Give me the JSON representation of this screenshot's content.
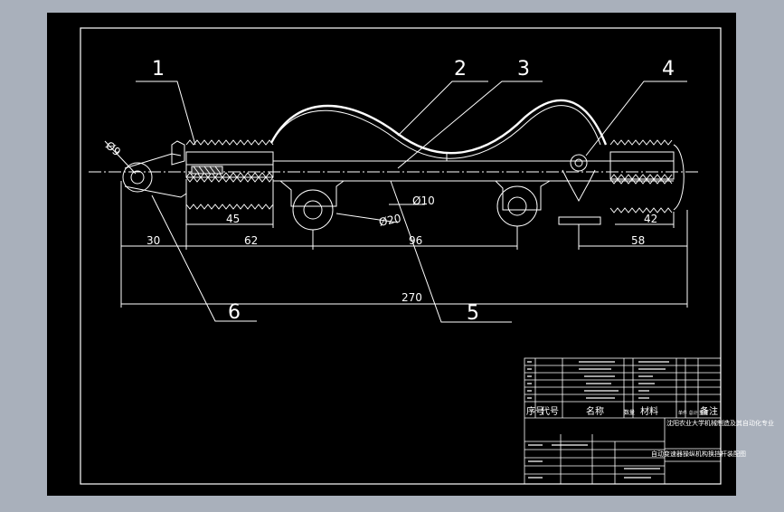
{
  "colors": {
    "viewport": "#a9b0bb",
    "sheet": "#000000",
    "lines": "#ffffff"
  },
  "callouts": [
    "1",
    "2",
    "3",
    "4",
    "5",
    "6"
  ],
  "dimensions": {
    "phi9": "Ø9",
    "phi10": "Ø10",
    "phi20": "Ø20",
    "d45": "45",
    "d42": "42",
    "d30": "30",
    "d62": "62",
    "d96": "96",
    "d58": "58",
    "d270": "270"
  },
  "title_block": {
    "header": {
      "seq": "序号",
      "code": "代号",
      "name": "名称",
      "qty": "数量",
      "material": "材料",
      "unit_total": "单件 总计 重量",
      "note": "备注"
    },
    "school": "沈阳农业大学机械制造及其自动化专业",
    "drawing_title": "自动变速器操纵机构换挡杆装配图"
  }
}
